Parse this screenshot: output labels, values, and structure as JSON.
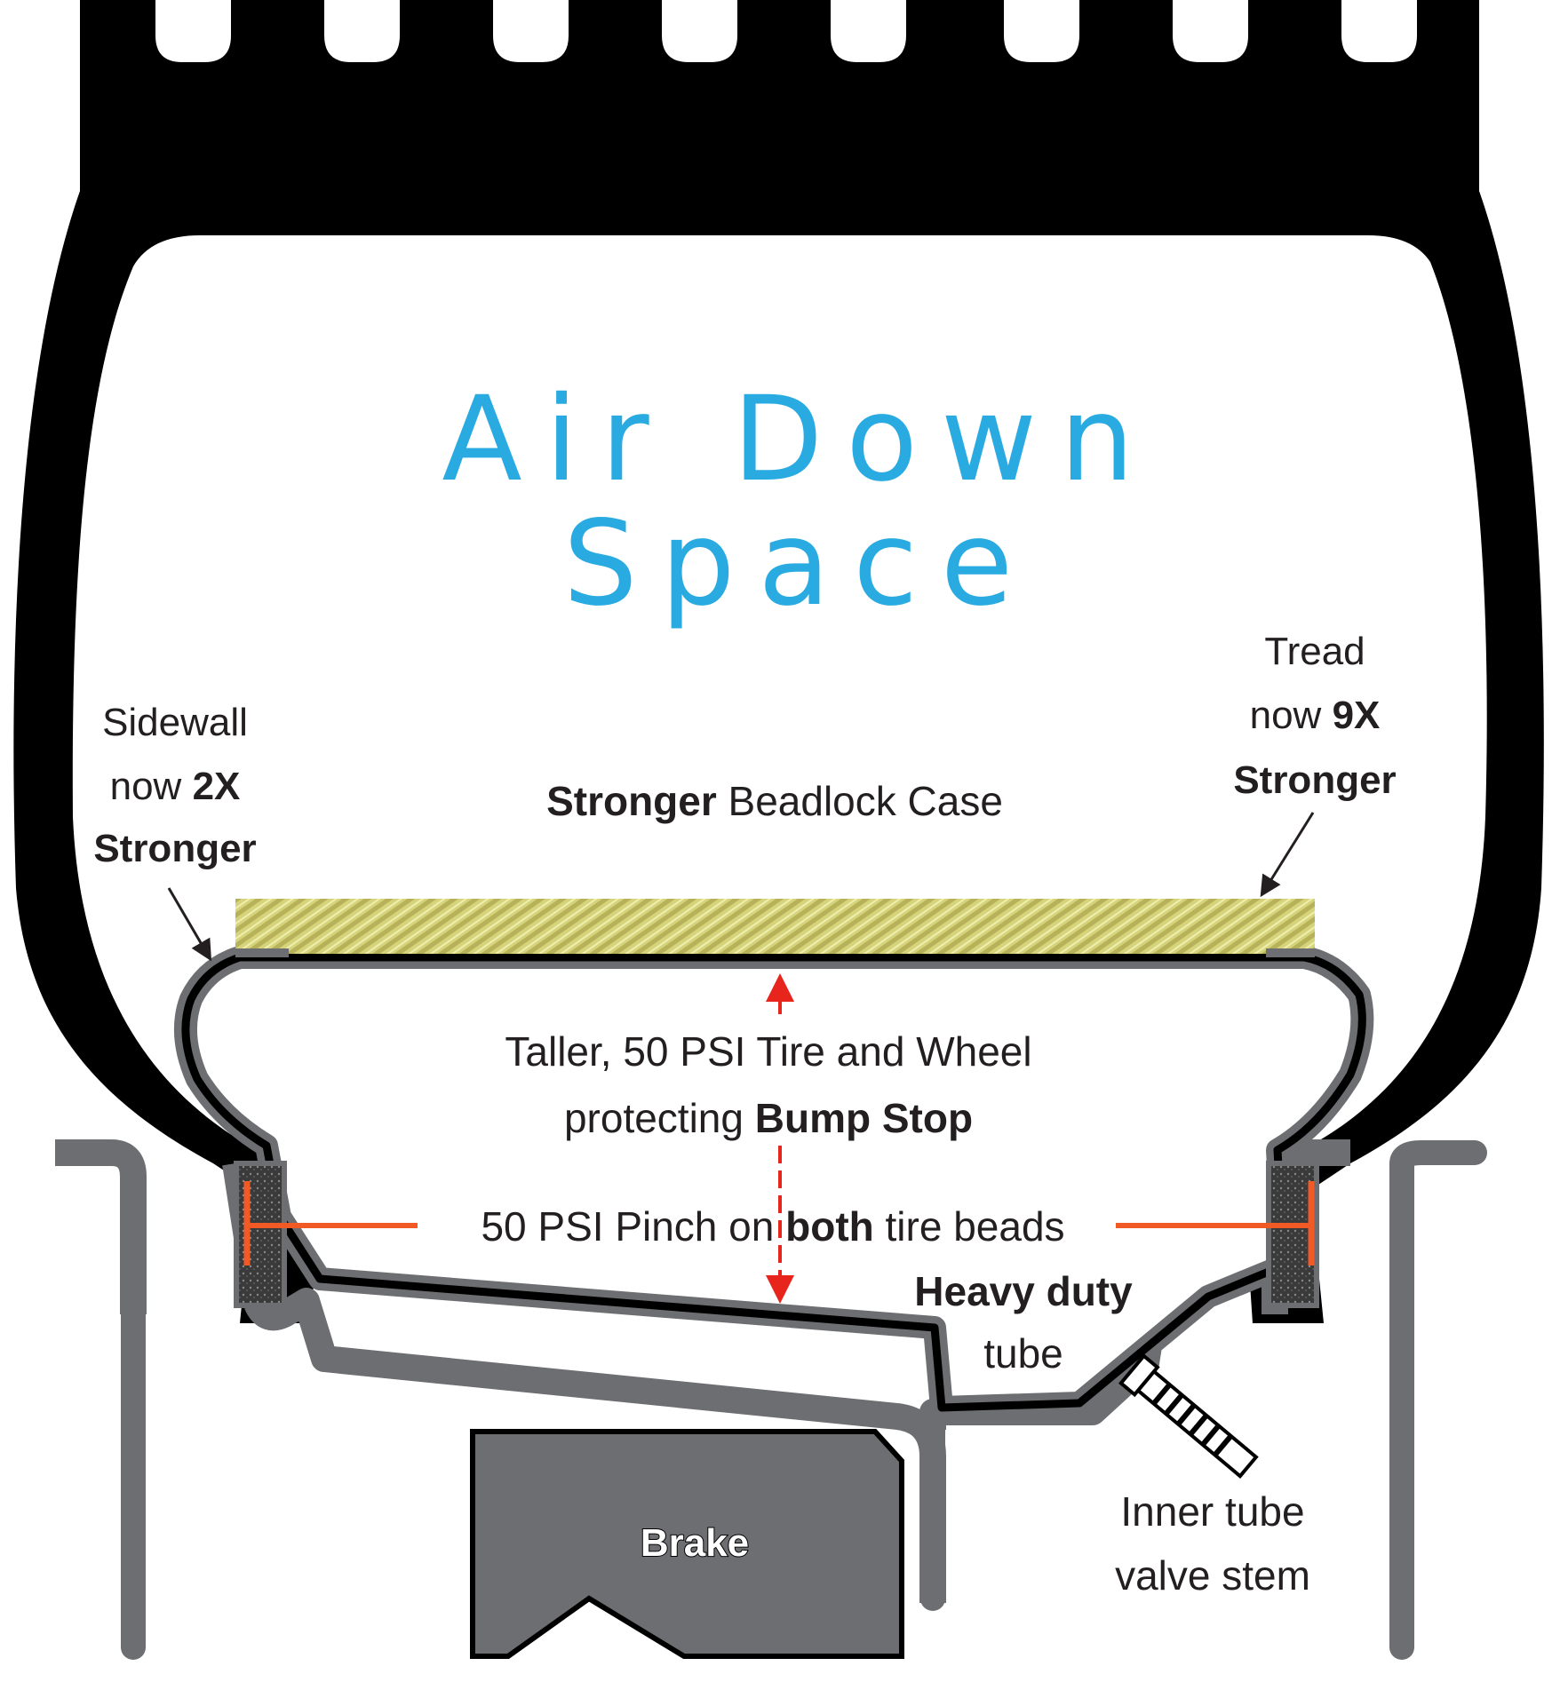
{
  "title": {
    "line1": "Air Down",
    "line2": "Space",
    "color": "#29abe2"
  },
  "labels": {
    "sidewall": {
      "line1": "Sidewall",
      "line2_pre": "now ",
      "line2_bold": "2X",
      "line3_bold": "Stronger"
    },
    "tread": {
      "line1": "Tread",
      "line2_pre": "now ",
      "line2_bold": "9X",
      "line3_bold": "Stronger"
    },
    "beadlock": {
      "bold": "Stronger",
      "rest": " Beadlock Case"
    },
    "bump_stop": {
      "line1": "Taller, 50 PSI Tire and Wheel",
      "line2_pre": "protecting ",
      "line2_bold": "Bump Stop"
    },
    "pinch": {
      "pre": "50 PSI Pinch on ",
      "bold": "both",
      "post": " tire beads"
    },
    "tube": {
      "line1_bold": "Heavy duty",
      "line2": "tube"
    },
    "valve": {
      "line1": "Inner tube",
      "line2": "valve stem"
    },
    "brake": "Brake"
  },
  "colors": {
    "tire": "#000000",
    "rim": "#6d6e71",
    "beadlock_case": "#d6d47a",
    "arrow_red": "#e8251c",
    "pinch_orange": "#f15a24",
    "bead_foam": "#3a3a3a"
  }
}
